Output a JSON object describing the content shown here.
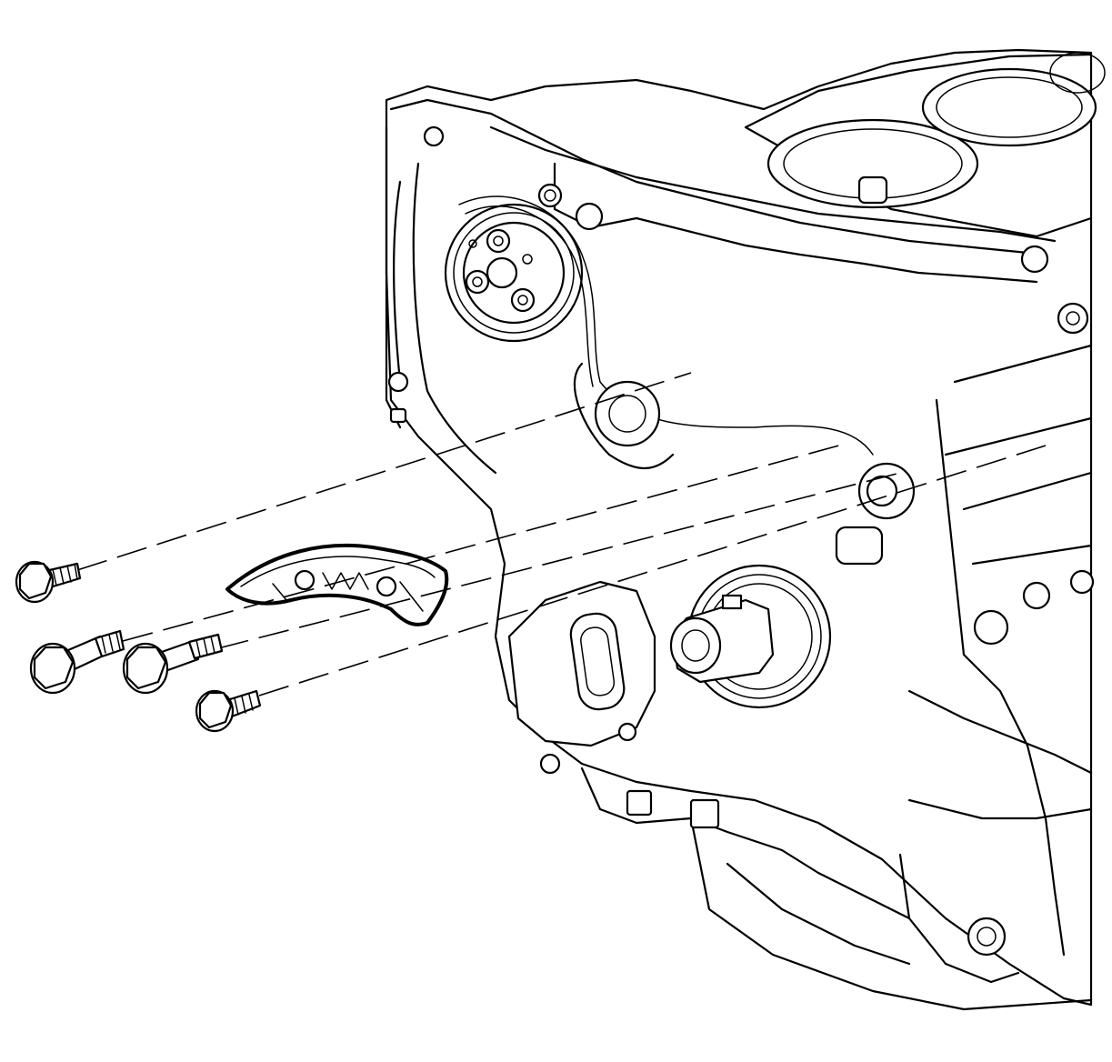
{
  "diagram": {
    "subject": "engine-front-timing-chain-guide-removal",
    "line_color": "#000000",
    "background_color": "#ffffff",
    "components": {
      "bolts": [
        {
          "id": "bolt-1",
          "kind": "short-flange-bolt"
        },
        {
          "id": "bolt-2",
          "kind": "shoulder-stud-bolt"
        },
        {
          "id": "bolt-3",
          "kind": "shoulder-stud-bolt"
        },
        {
          "id": "bolt-4",
          "kind": "short-flange-bolt"
        }
      ],
      "chain_guide": {
        "kind": "curved-timing-chain-guide"
      },
      "engine_block": {
        "kind": "cylinder-block-front-view"
      }
    }
  }
}
